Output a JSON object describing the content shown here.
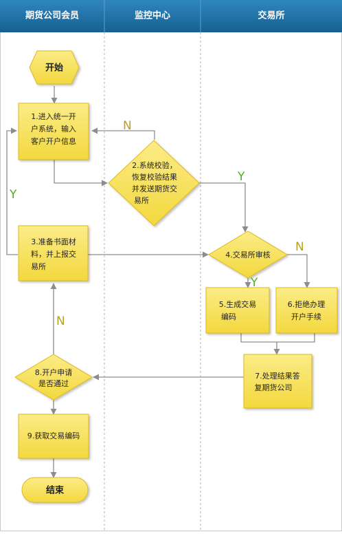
{
  "lanes": [
    "期货公司会员",
    "监控中心",
    "交易所"
  ],
  "nodes": {
    "start": "开始",
    "s1": [
      "1.进入统一开",
      "户系统，输入",
      "客户开户信息"
    ],
    "d2": [
      "2.系统校验，",
      "恢复校验结果",
      "并发送期货交",
      "易所"
    ],
    "s3": [
      "3.准备书面材",
      "料，并上报交",
      "易所"
    ],
    "d4": "4.交易所审核",
    "s5": [
      "5.生成交易",
      "编码"
    ],
    "s6": [
      "6.拒绝办理",
      "开户手续"
    ],
    "s7": [
      "7.处理结果答",
      "复期货公司"
    ],
    "d8": [
      "8.开户申请",
      "是否通过"
    ],
    "s9": "9.获取交易编码",
    "end": "结束"
  },
  "edge_labels": {
    "n_d2_s1": "N",
    "y_d2_d4": "Y",
    "y_left": "Y",
    "n_d4_s6": "N",
    "y_d4_s5": "Y",
    "n_d8_s3": "N"
  },
  "colors": {
    "header_bg": "#1f6fa3",
    "header_text": "#ffffff",
    "shape_fill": "#f6e05a",
    "shape_stroke": "#e0b81a",
    "connector": "#8c8c8c",
    "label_green": "#4caf1e",
    "label_olive": "#b8a020"
  }
}
